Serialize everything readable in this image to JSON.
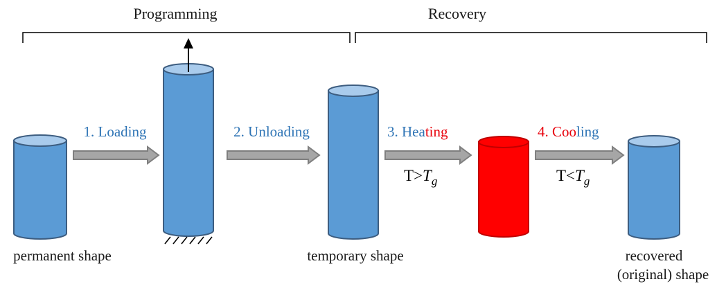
{
  "phases": {
    "programming": "Programming",
    "recovery": "Recovery"
  },
  "steps": {
    "loading": "1. Loading",
    "unloading": "2. Unloading",
    "heating_prefix": "3. Hea",
    "heating_suffix": "ting",
    "cooling_prefix": "4. Coo",
    "cooling_suffix": "ling"
  },
  "conditions": {
    "heat_lhs": "T>",
    "heat_var": "T",
    "heat_sub": "g",
    "cool_lhs": "T<",
    "cool_var": "T",
    "cool_sub": "g"
  },
  "captions": {
    "permanent": "permanent shape",
    "temporary": "temporary shape",
    "recovered_line1": "recovered",
    "recovered_line2": "(original) shape"
  },
  "colors": {
    "cylinder_blue": "#5b9bd5",
    "cylinder_blue_top": "#a9cbec",
    "cylinder_red": "#ff0000",
    "step_blue": "#2e74b5",
    "step_red": "#e8000b",
    "arrow_fill": "#a6a6a6",
    "arrow_stroke": "#7f7f7f",
    "outline": "#3d5d80"
  }
}
